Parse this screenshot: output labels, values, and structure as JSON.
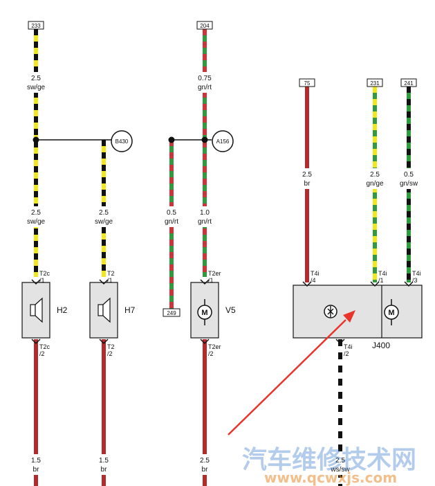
{
  "terminals": {
    "t233": "233",
    "t204": "204",
    "t75": "75",
    "t231": "231",
    "t241": "241",
    "t249": "249"
  },
  "connectors": {
    "b430": "B430",
    "a156": "A156"
  },
  "wire_labels": {
    "w1_top_size": "2.5",
    "w1_top_color": "sw/ge",
    "w1_mid_size": "2.5",
    "w1_mid_color": "sw/ge",
    "w1_bot_size": "1.5",
    "w1_bot_color": "br",
    "w2_mid_size": "2.5",
    "w2_mid_color": "sw/ge",
    "w2_bot_size": "1.5",
    "w2_bot_color": "br",
    "w3_top_size": "0.75",
    "w3_top_color": "gn/rt",
    "w3_mid_size": "1.0",
    "w3_mid_color": "gn/rt",
    "w3_bot_size": "2.5",
    "w3_bot_color": "br",
    "w4_size": "0.5",
    "w4_color": "gn/rt",
    "w5_size": "2.5",
    "w5_color": "br",
    "w6_size": "2.5",
    "w6_color": "gn/ge",
    "w7_size": "0.5",
    "w7_color": "gn/sw",
    "w8_size": "2.5",
    "w8_color": "ws/sw"
  },
  "pins": {
    "h2_in": "T2c",
    "h2_in_n": "/1",
    "h2_out": "T2c",
    "h2_out_n": "/2",
    "h7_in": "T2",
    "h7_in_n": "/1",
    "h7_out": "T2",
    "h7_out_n": "/2",
    "v5_in": "T2er",
    "v5_in_n": "/1",
    "v5_out": "T2er",
    "v5_out_n": "/2",
    "j_p4": "T4i",
    "j_p4_n": "/4",
    "j_p1": "T4i",
    "j_p1_n": "/1",
    "j_p3": "T4i",
    "j_p3_n": "/3",
    "j_p2": "T4i",
    "j_p2_n": "/2"
  },
  "components": {
    "h2": "H2",
    "h7": "H7",
    "v5": "V5",
    "j400": "J400"
  },
  "watermark": {
    "chinese": "汽车维修技术网",
    "url": "www.qcwxjs.com"
  },
  "colors": {
    "brown": "#b52a2a",
    "yellow": "#f0e81c",
    "black": "#111111",
    "green": "#2f9a3e",
    "red": "#d0343a",
    "box_fill": "#e3e3e3",
    "arrow": "#e8342b"
  }
}
